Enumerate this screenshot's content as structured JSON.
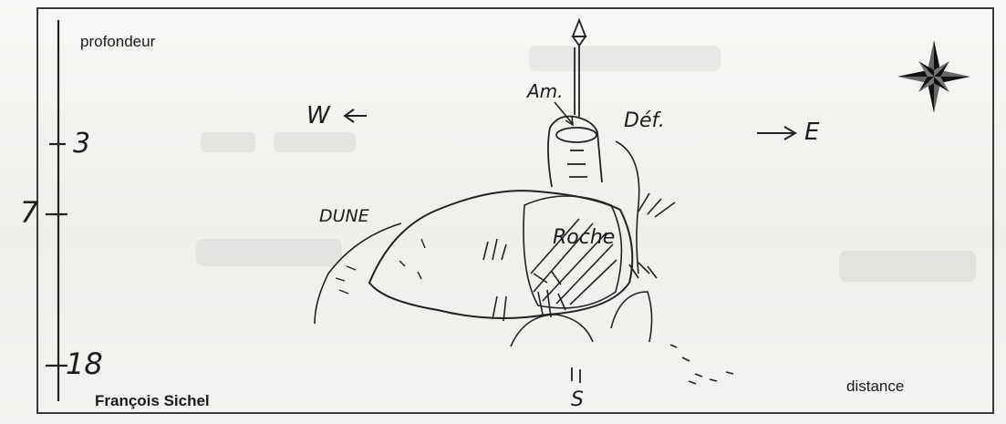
{
  "axis": {
    "vertical_label": "profondeur",
    "horizontal_label": "distance",
    "depth_ticks": [
      {
        "value": "3"
      },
      {
        "value": "7"
      },
      {
        "value": "18"
      }
    ]
  },
  "annotations": {
    "west": "W",
    "east": "E",
    "south": "S",
    "amarre": "Am.",
    "defense": "Déf.",
    "dune": "DUNE",
    "roche": "Roche"
  },
  "credit": {
    "author": "François Sichel"
  },
  "icons": {
    "compass": "compass-rose-icon",
    "anchor_buoy": "buoy-marker-icon"
  },
  "colors": {
    "ink": "#1c1c1c",
    "paper": "#f4f4f2",
    "frame": "#3a3a3a"
  }
}
